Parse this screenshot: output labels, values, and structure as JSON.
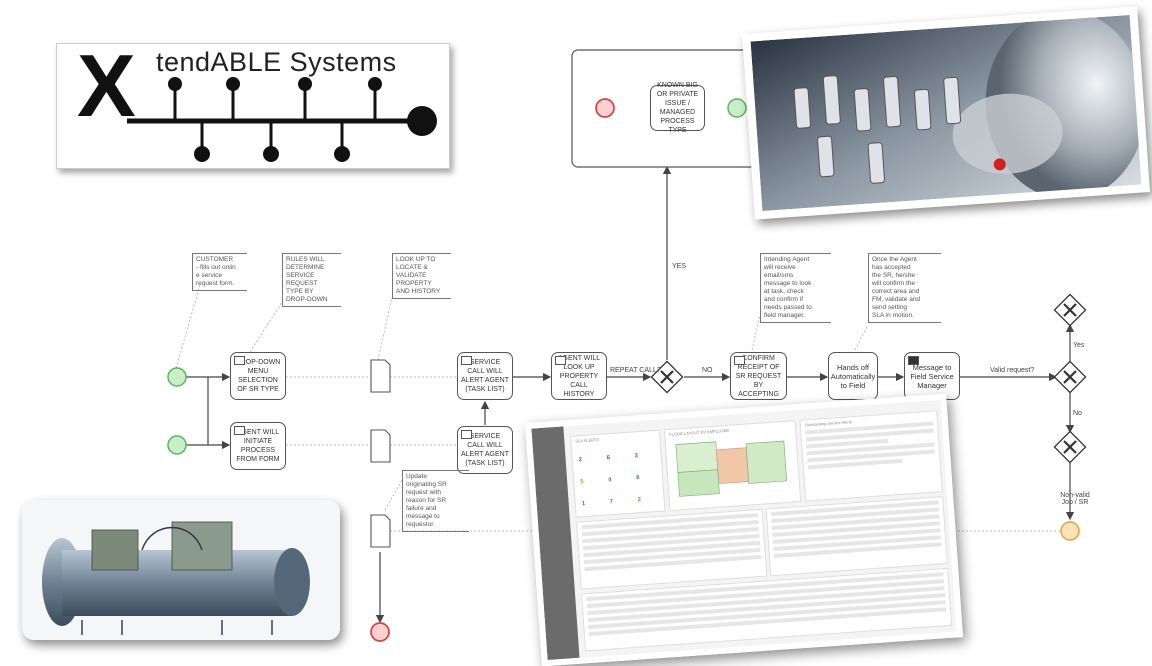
{
  "logo": {
    "text": "tendABLE Systems",
    "letter": "X"
  },
  "tasks": {
    "t1": "DROP-DOWN MENU SELECTION OF SR TYPE",
    "t2": "AGENT WILL INITIATE PROCESS FROM FORM",
    "t3": "SERVICE CALL WILL ALERT AGENT (TASK LIST)",
    "t4": "SERVICE CALL WILL ALERT AGENT (TASK LIST)",
    "t5": "AGENT WILL LOOK UP PROPERTY CALL HISTORY",
    "t6": "CONFIRM RECEIPT OF SR REQUEST BY ACCEPTING",
    "t7": "Hands off Automatically to Field",
    "t8": "Message to Field Service Manager",
    "t9": "KNOWN BIG OR PRIVATE ISSUE / MANAGED PROCESS TYPE"
  },
  "annotations": {
    "a1": "CUSTOMER\n- fills out onlin\ne service\nrequest form.",
    "a2": "RULES WILL\nDETERMINE\nSERVICE\nREQUEST\nTYPE BY\nDROP-DOWN",
    "a3": "LOOK UP TO\nLOCATE &\nVALIDATE\nPROPERTY\nAND HISTORY",
    "a4": "Update\noriginating SR\nrequest with\nreason for SR\nfailure and\nmessage to\nrequestor.",
    "a5": "Intending Agent\nwill receive\nemail/sms\nmessage to look\nat task, check\nand confirm if\nneeds passed to\nfield manager.",
    "a6": "Once the Agent\nhas accepted\nthe SR, he/she\nwill confirm the\ncorrect area and\nFM, validate and\nsend setting\nSLA in motion."
  },
  "flow_labels": {
    "repeat": "REPEAT CALL?",
    "no": "NO",
    "yes": "YES",
    "valid": "Valid request?",
    "yes2": "Yes",
    "no2": "No",
    "nonvalid": "Non-valid Job / SR"
  },
  "dashboard": {
    "title": "SLA ALERTS",
    "map_title": "FLOOR LAYOUT BY EMPLOYEE",
    "panel_title": "Outstanding Service Alerts"
  },
  "colors": {
    "start": "#7fcf7f",
    "end": "#f08080",
    "intermediate": "#f5c26b",
    "line": "#444444"
  }
}
